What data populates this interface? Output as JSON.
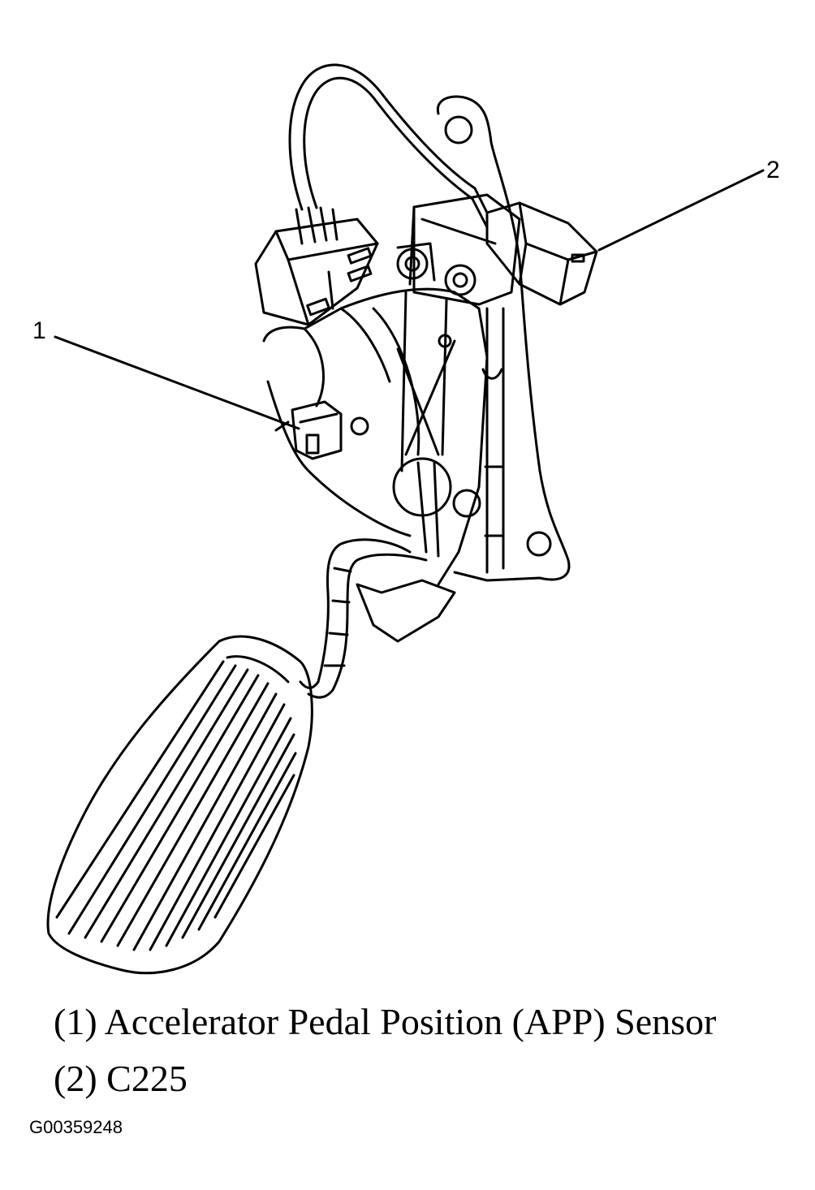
{
  "callouts": {
    "one": "1",
    "two": "2"
  },
  "legend": [
    {
      "text": "(1) Accelerator Pedal Position (APP) Sensor"
    },
    {
      "text": "(2) C225"
    }
  ],
  "figure_id": "G00359248"
}
